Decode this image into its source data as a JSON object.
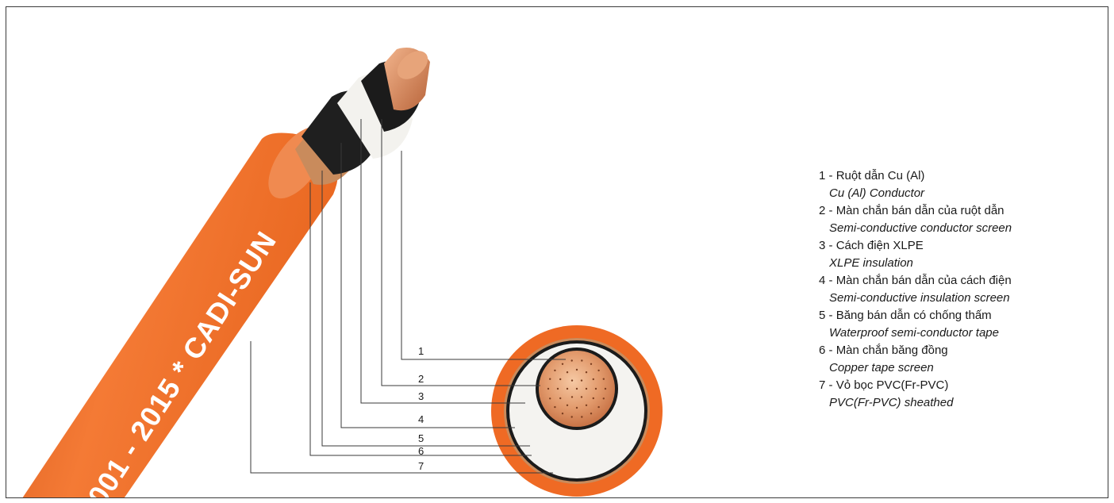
{
  "brand": {
    "print_text": "001 - 2015 * CADI-SUN"
  },
  "colors": {
    "sheath": "#ef6a24",
    "sheath_dark": "#c9531a",
    "copper": "#d98a5a",
    "xlpe": "#f4f3f0",
    "semicon": "#1b1b1b",
    "leader": "#3a3a3a"
  },
  "layers": [
    {
      "number": "1",
      "vi": "Ruột dẫn Cu (Al)",
      "en": "Cu (Al) Conductor"
    },
    {
      "number": "2",
      "vi": "Màn chắn bán dẫn của ruột dẫn",
      "en": "Semi-conductive conductor screen"
    },
    {
      "number": "3",
      "vi": "Cách điện XLPE",
      "en": "XLPE insulation"
    },
    {
      "number": "4",
      "vi": "Màn chắn bán dẫn của cách điện",
      "en": "Semi-conductive insulation screen"
    },
    {
      "number": "5",
      "vi": "Băng bán dẫn có chống thấm",
      "en": "Waterproof semi-conductor tape"
    },
    {
      "number": "6",
      "vi": "Màn chắn băng đồng",
      "en": "Copper tape screen"
    },
    {
      "number": "7",
      "vi": "Vỏ bọc PVC(Fr-PVC)",
      "en": "PVC(Fr-PVC) sheathed"
    }
  ]
}
